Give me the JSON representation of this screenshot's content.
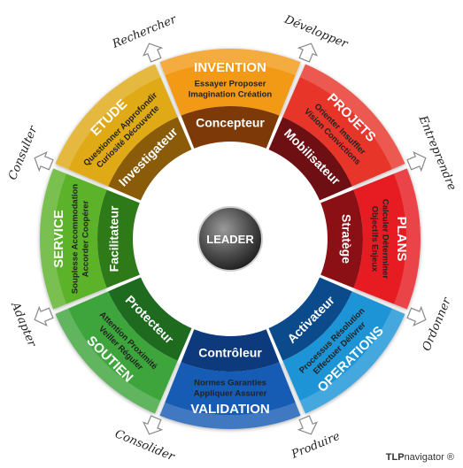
{
  "center": {
    "label": "LEADER"
  },
  "segments": [
    {
      "id": "invention",
      "title": "INVENTION",
      "keywords": [
        "Essayer Proposer",
        "Imagination Création"
      ],
      "role": "Concepteur",
      "color": "#f29a12",
      "dark": "#7d3a08"
    },
    {
      "id": "projets",
      "title": "PROJETS",
      "keywords": [
        "Orienter Insuffler",
        "Vision Convictions"
      ],
      "role": "Mobilisateur",
      "color": "#e8342b",
      "dark": "#6d0f13"
    },
    {
      "id": "plans",
      "title": "PLANS",
      "keywords": [
        "Calculer Déterminer",
        "Objectifs Enjeux"
      ],
      "role": "Stratège",
      "color": "#e61f24",
      "dark": "#8a1016"
    },
    {
      "id": "operations",
      "title": "OPERATIONS",
      "keywords": [
        "Processus Résolution",
        "Effectuer Délivrer"
      ],
      "role": "Activateur",
      "color": "#1f94d6",
      "dark": "#0b4b8b"
    },
    {
      "id": "validation",
      "title": "VALIDATION",
      "keywords": [
        "Normes Garanties",
        "Appliquer Assurer"
      ],
      "role": "Contrôleur",
      "color": "#165bb4",
      "dark": "#0d3a7d"
    },
    {
      "id": "soutien",
      "title": "SOUTIEN",
      "keywords": [
        "Attention Proximité",
        "Veiller Réguler"
      ],
      "role": "Protecteur",
      "color": "#3da53a",
      "dark": "#1e6a1f"
    },
    {
      "id": "service",
      "title": "SERVICE",
      "keywords": [
        "Souplesse Accommodation",
        "Accorder Coopérer"
      ],
      "role": "Facilitateur",
      "color": "#5cb32a",
      "dark": "#2f7a18"
    },
    {
      "id": "etude",
      "title": "ETUDE",
      "keywords": [
        "Questionner Approfondir",
        "Curiosité Découverte"
      ],
      "role": "Investigateur",
      "color": "#e0aa14",
      "dark": "#8a5b08"
    }
  ],
  "actions": [
    {
      "label": "Développer"
    },
    {
      "label": "Entreprendre"
    },
    {
      "label": "Ordonner"
    },
    {
      "label": "Produire"
    },
    {
      "label": "Consolider"
    },
    {
      "label": "Adapter"
    },
    {
      "label": "Consulter"
    },
    {
      "label": "Rechercher"
    }
  ],
  "brand": {
    "name": "TLP",
    "suffix": "navigator",
    "mark": "®"
  }
}
